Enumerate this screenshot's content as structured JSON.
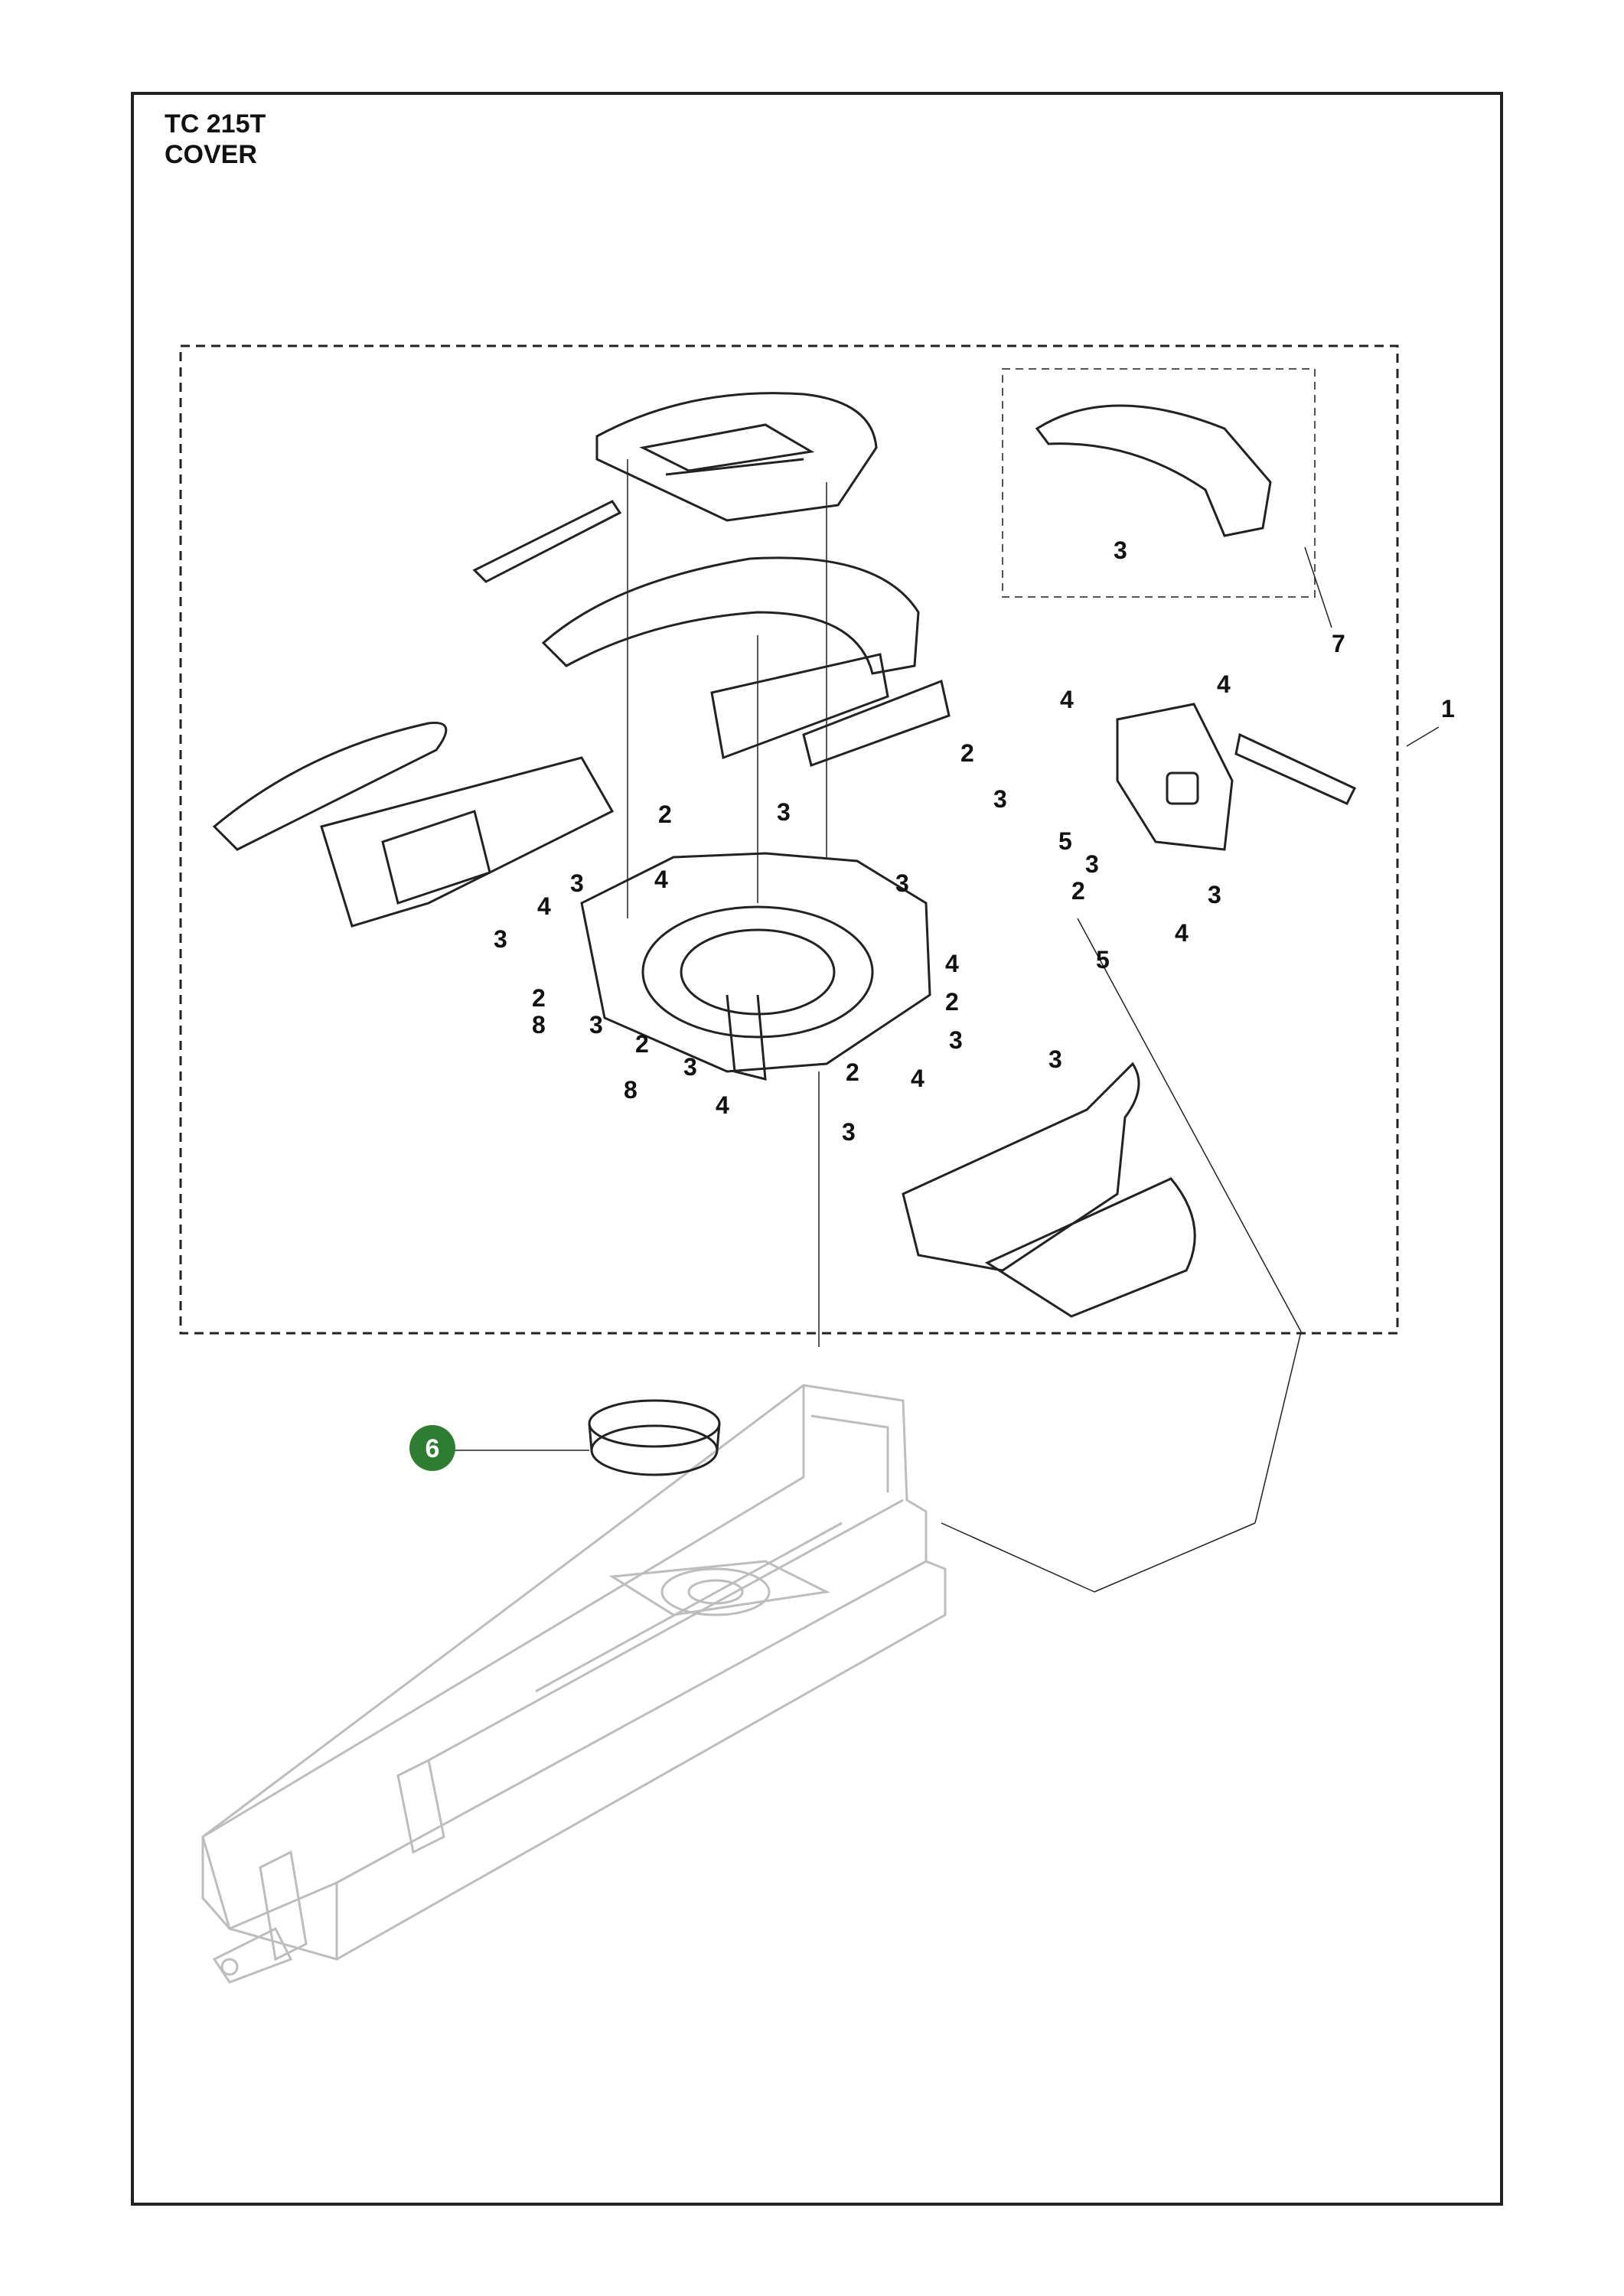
{
  "header": {
    "model": "TC 215T",
    "section": "COVER"
  },
  "callouts": {
    "c1": "1",
    "c2a": "2",
    "c2b": "2",
    "c2c": "2",
    "c2d": "2",
    "c2e": "2",
    "c2f": "2",
    "c2g": "2",
    "c3a": "3",
    "c3b": "3",
    "c3c": "3",
    "c3d": "3",
    "c3e": "3",
    "c3f": "3",
    "c3g": "3",
    "c3h": "3",
    "c3i": "3",
    "c3j": "3",
    "c3k": "3",
    "c3l": "3",
    "c3m": "3",
    "c4a": "4",
    "c4b": "4",
    "c4c": "4",
    "c4d": "4",
    "c4e": "4",
    "c4f": "4",
    "c4g": "4",
    "c4h": "4",
    "c5a": "5",
    "c5b": "5",
    "c6": "6",
    "c7": "7",
    "c8a": "8",
    "c8b": "8"
  },
  "colors": {
    "badge": "#2e7d32",
    "frame": "#bdbdbd",
    "ink": "#222222"
  }
}
